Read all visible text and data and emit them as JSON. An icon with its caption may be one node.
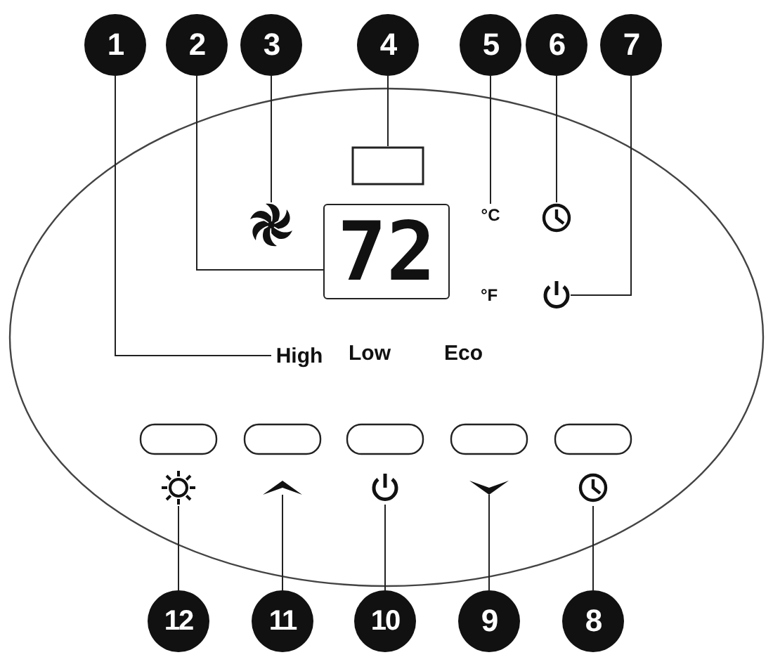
{
  "diagram": {
    "nodes": [
      {
        "text": [
          "1"
        ]
      },
      {
        "text": [
          "2"
        ]
      },
      {
        "text": [
          "3"
        ]
      },
      {
        "text": [
          "4"
        ]
      },
      {
        "text": [
          "5"
        ]
      },
      {
        "text": [
          "6"
        ]
      },
      {
        "text": [
          "7"
        ]
      },
      {
        "text": [
          "8"
        ]
      },
      {
        "text": [
          "9"
        ]
      },
      {
        "text": [
          "10"
        ]
      },
      {
        "text": [
          "11"
        ]
      },
      {
        "text": [
          "12"
        ]
      },
      {
        "text": [
          "High"
        ]
      },
      {
        "text": [
          "72"
        ]
      },
      {
        "text": [],
        "shape": "fan"
      },
      {
        "text": [],
        "shape": "box"
      },
      {
        "text": [
          "°C"
        ]
      },
      {
        "text": [],
        "shape": "clock"
      },
      {
        "text": [],
        "shape": "power"
      },
      {
        "text": [],
        "shape": "clock"
      },
      {
        "text": [],
        "shape": "chevron-down"
      },
      {
        "text": [],
        "shape": "power"
      },
      {
        "text": [],
        "shape": "chevron-up"
      },
      {
        "text": [],
        "shape": "sun"
      }
    ],
    "edges": [
      {
        "from": 0,
        "to": 12,
        "arrow": "none"
      },
      {
        "from": 1,
        "to": 13,
        "arrow": "none"
      },
      {
        "from": 2,
        "to": 14,
        "arrow": "none"
      },
      {
        "from": 3,
        "to": 15,
        "arrow": "none"
      },
      {
        "from": 4,
        "to": 16,
        "arrow": "none"
      },
      {
        "from": 5,
        "to": 17,
        "arrow": "none"
      },
      {
        "from": 6,
        "to": 18,
        "arrow": "none"
      },
      {
        "from": 7,
        "to": 19,
        "arrow": "none"
      },
      {
        "from": 8,
        "to": 20,
        "arrow": "none"
      },
      {
        "from": 9,
        "to": 21,
        "arrow": "none"
      },
      {
        "from": 10,
        "to": 22,
        "arrow": "none"
      },
      {
        "from": 11,
        "to": 23,
        "arrow": "none"
      }
    ],
    "labels": [
      "Low",
      "Eco",
      "°F"
    ]
  }
}
